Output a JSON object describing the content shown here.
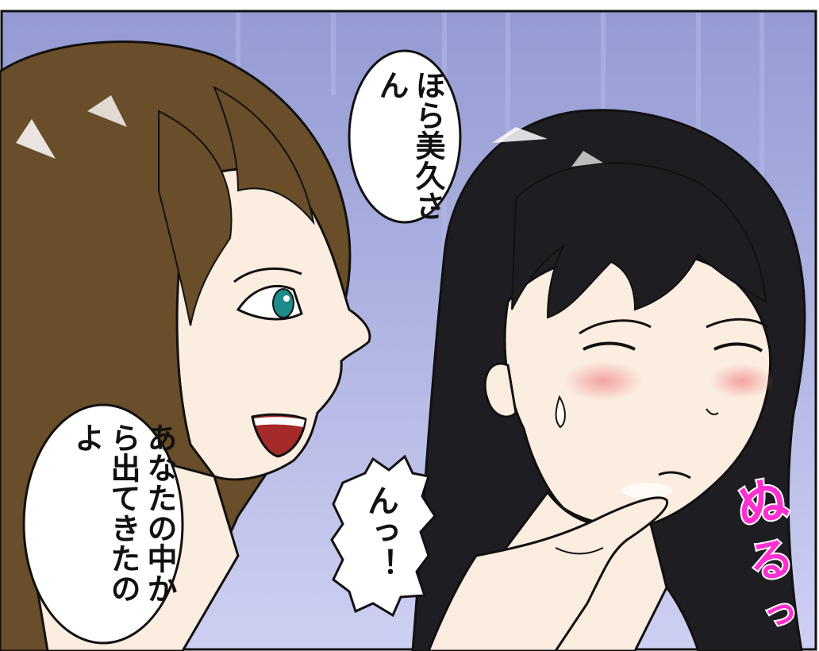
{
  "panel": {
    "colors": {
      "background_top": "#9ea3d6",
      "background_bottom": "#c9cdf0",
      "brown_hair": "#6b4e2a",
      "black_hair": "#1e1e22",
      "skin": "#fbeee0",
      "eye": "#1f8a8a",
      "blush": "#f2a9a9",
      "sfx": "#ff2fd0"
    }
  },
  "bubbles": {
    "speech1": "ほら美久さん",
    "speech2": "あなたの中から出てきたのよ",
    "speech3": "んっ！"
  },
  "sfx": {
    "text": "ぬるっ"
  }
}
